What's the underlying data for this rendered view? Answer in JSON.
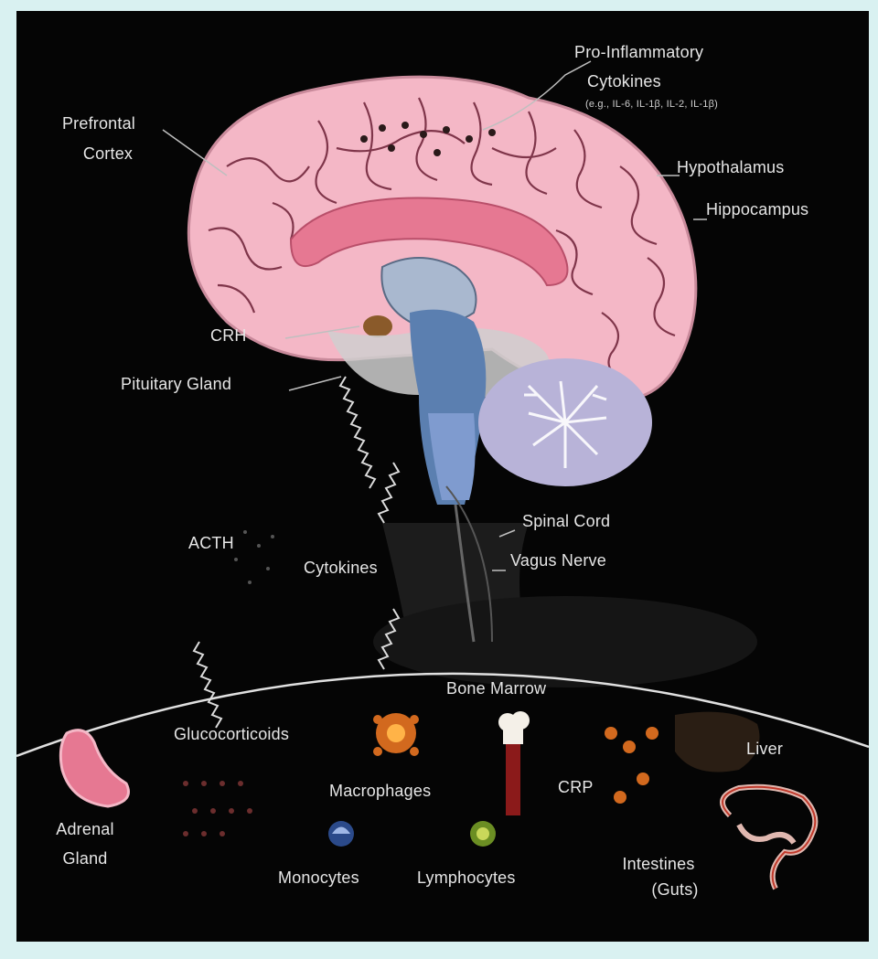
{
  "labels": {
    "pro_inflammatory_line1": "Pro-Inflammatory",
    "pro_inflammatory_line2": "Cytokines",
    "pro_inflammatory_examples": "(e.g., IL-6, IL-1β, IL-2, IL-1β)",
    "prefrontal_line1": "Prefrontal",
    "prefrontal_line2": "Cortex",
    "hypothalamus": "Hypothalamus",
    "hippocampus": "Hippocampus",
    "crh": "CRH",
    "pituitary_gland": "Pituitary Gland",
    "spinal_cord": "Spinal Cord",
    "vagus_nerve": "Vagus Nerve",
    "acth": "ACTH",
    "cytokines": "Cytokines",
    "bone_marrow": "Bone Marrow",
    "glucocorticoids": "Glucocorticoids",
    "macrophages": "Macrophages",
    "liver": "Liver",
    "crp": "CRP",
    "adrenal_line1": "Adrenal",
    "adrenal_line2": "Gland",
    "monocytes": "Monocytes",
    "lymphocytes": "Lymphocytes",
    "intestines_line1": "Intestines",
    "intestines_line2": "(Guts)"
  },
  "colors": {
    "cortex": "#f4b7c6",
    "cortex_folds": "#6b1f35",
    "corpus": "#e67892",
    "brainstem": "#5b7fb0",
    "cerebellum": "#b8b3d8",
    "text": "#e6e6e6"
  }
}
